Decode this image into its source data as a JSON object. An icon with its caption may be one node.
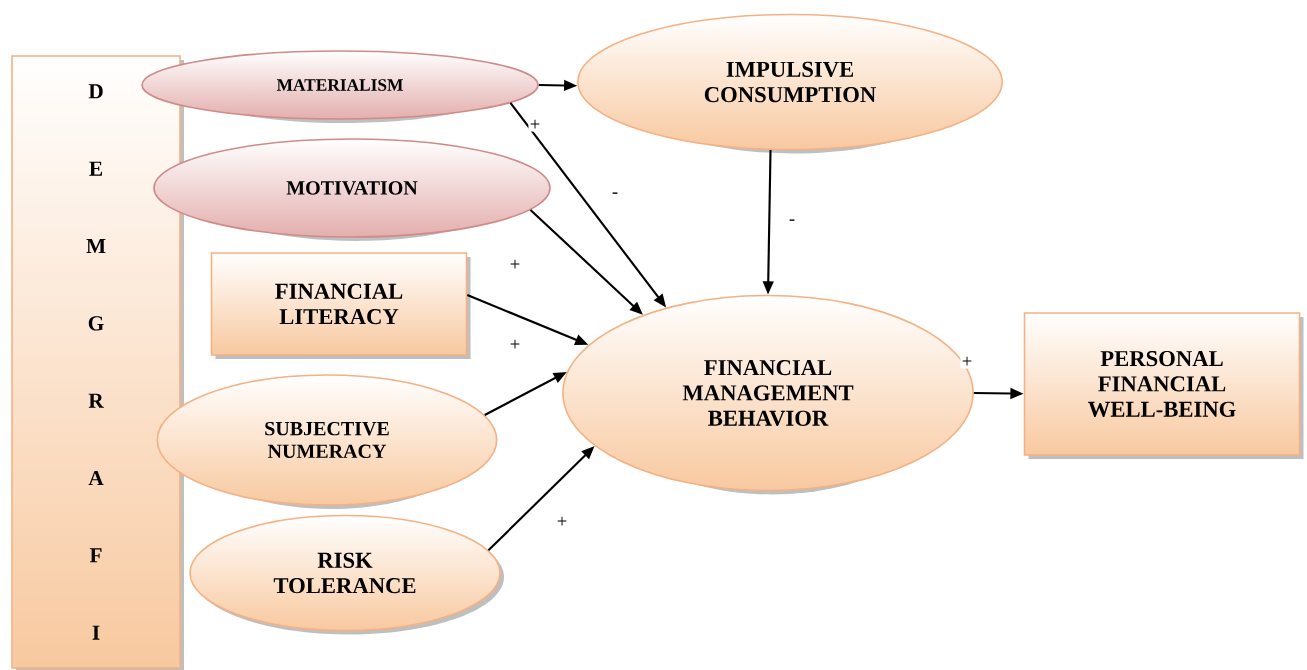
{
  "diagram": {
    "nodes": [
      {
        "text": [
          "D E M G R A F I"
        ]
      },
      {
        "text": [
          "MATERIALISM"
        ]
      },
      {
        "text": [
          "IMPULSIVE CONSUMPTION"
        ]
      },
      {
        "text": [
          "MOTIVATION"
        ]
      },
      {
        "text": [
          "FINANCIAL LITERACY"
        ]
      },
      {
        "text": [
          "FINANCIAL MANAGEMENT BEHAVIOR"
        ]
      },
      {
        "text": [
          "PERSONAL FINANCIAL WELL-BEING"
        ]
      },
      {
        "text": [
          "SUBJECTIVE NUMERACY"
        ]
      },
      {
        "text": [
          "RISK TOLERANCE"
        ]
      }
    ],
    "edges": [
      {
        "from": 1,
        "to": 2,
        "arrow": "to"
      },
      {
        "from": 1,
        "to": 5,
        "arrow": "to",
        "label": "+"
      },
      {
        "from": 3,
        "to": 5,
        "arrow": "to",
        "label": "-"
      },
      {
        "from": 4,
        "to": 5,
        "arrow": "to",
        "label": "+"
      },
      {
        "from": 7,
        "to": 5,
        "arrow": "to",
        "label": "+"
      },
      {
        "from": 8,
        "to": 5,
        "arrow": "to",
        "label": "+"
      },
      {
        "from": 2,
        "to": 5,
        "arrow": "to",
        "label": "-"
      },
      {
        "from": 5,
        "to": 6,
        "arrow": "to",
        "label": "+"
      }
    ]
  }
}
